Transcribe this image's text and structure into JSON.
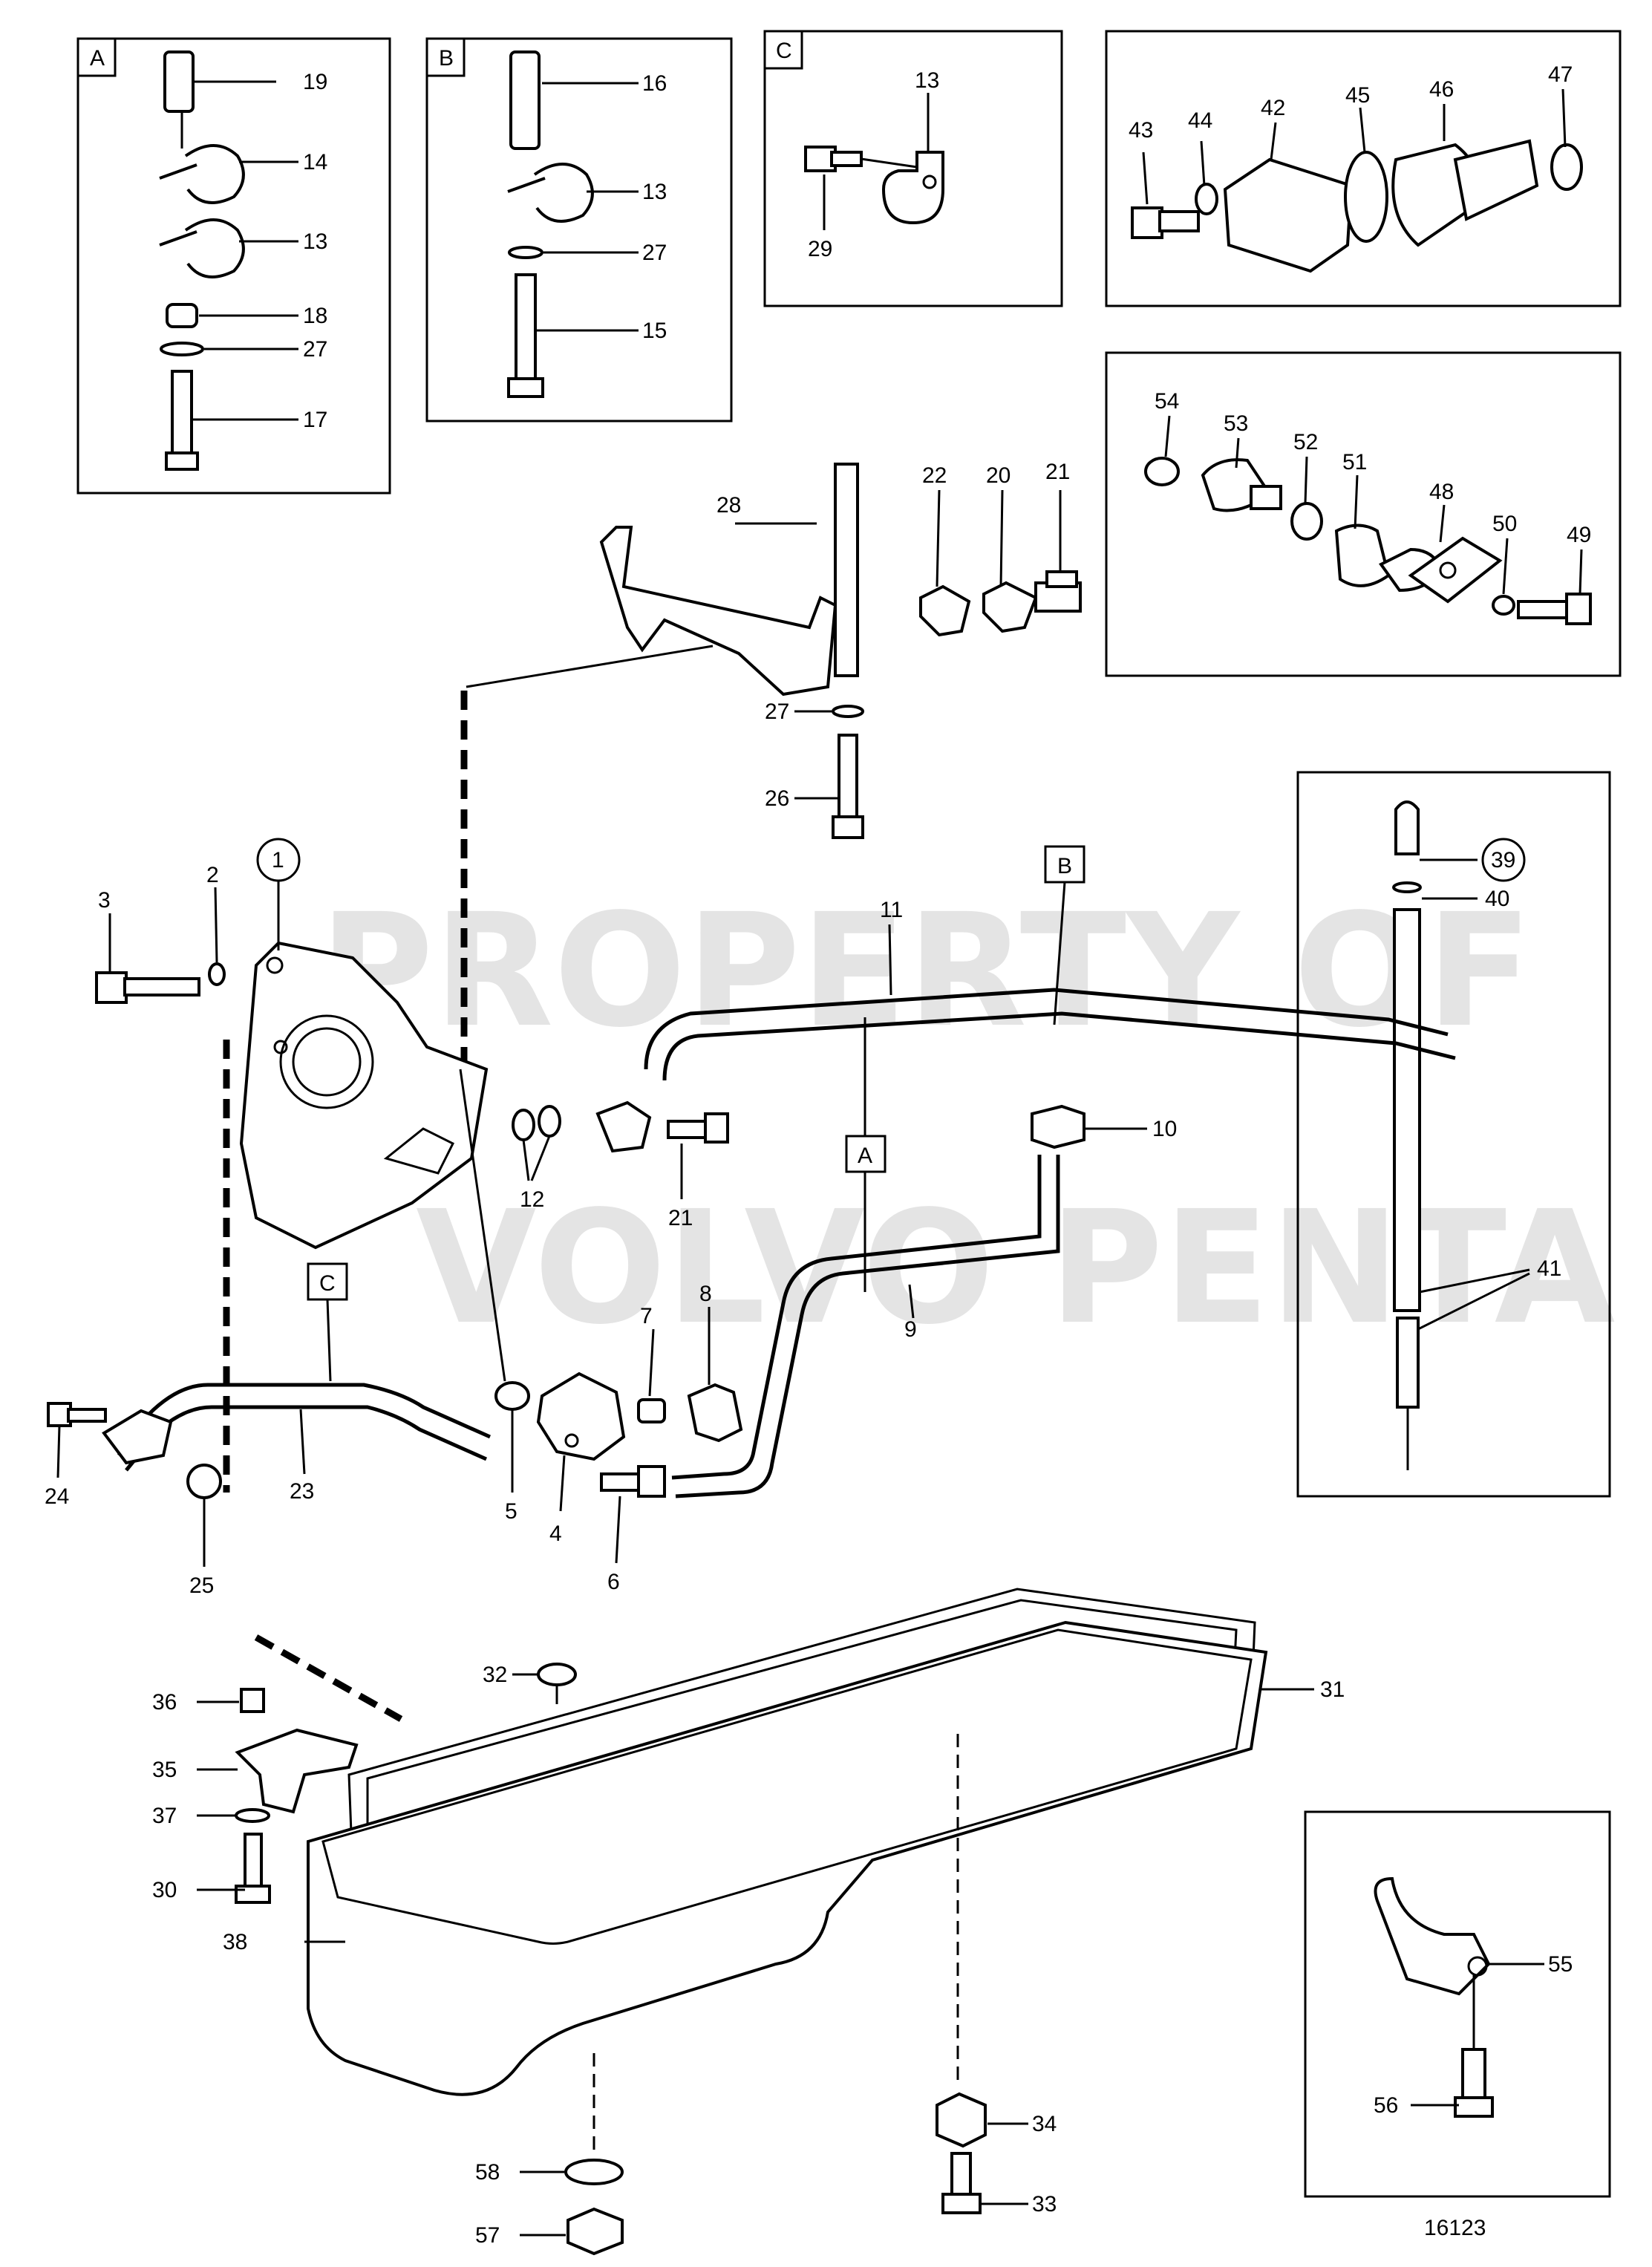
{
  "figure_number": "16123",
  "watermark": {
    "line1": "PROPERTY OF",
    "line2": "VOLVO PENTA"
  },
  "inset_A": {
    "tag": "A",
    "labels": [
      "19",
      "14",
      "13",
      "18",
      "27",
      "17"
    ]
  },
  "inset_B": {
    "tag": "B",
    "labels": [
      "16",
      "13",
      "27",
      "15"
    ]
  },
  "inset_C": {
    "tag": "C",
    "labels": [
      "13",
      "29"
    ]
  },
  "inset_valve": {
    "labels": [
      "43",
      "44",
      "42",
      "45",
      "46",
      "47"
    ]
  },
  "inset_relief": {
    "labels": [
      "54",
      "53",
      "52",
      "51",
      "48",
      "50",
      "49"
    ]
  },
  "inset_dipstick": {
    "labels": [
      "39",
      "40",
      "41"
    ]
  },
  "inset_drain": {
    "labels": [
      "55",
      "56"
    ]
  },
  "main_labels": [
    "28",
    "22",
    "20",
    "21",
    "27",
    "26",
    "1",
    "3",
    "2",
    "11",
    "12",
    "21",
    "10",
    "9",
    "8",
    "7",
    "5",
    "4",
    "6",
    "23",
    "24",
    "25",
    "32",
    "31",
    "38",
    "36",
    "35",
    "37",
    "30",
    "34",
    "33",
    "58",
    "57"
  ],
  "callout_tags": {
    "b": "B",
    "a": "A",
    "c": "C"
  }
}
